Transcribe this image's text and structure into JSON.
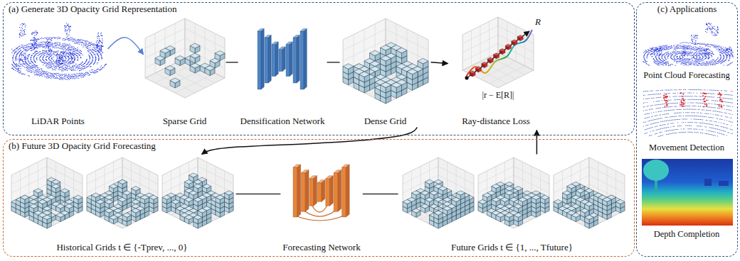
{
  "diagram": {
    "nodes": [
      {
        "text": [
          "(a) Generate 3D Opacity Grid Representation"
        ]
      },
      {
        "text": [
          "LiDAR Points"
        ],
        "in": 0
      },
      {
        "text": [
          "Sparse Grid"
        ],
        "in": 0
      },
      {
        "text": [
          "Densification Network"
        ],
        "in": 0
      },
      {
        "text": [
          "Dense Grid"
        ],
        "in": 0
      },
      {
        "text": [
          "Ray-distance Loss"
        ],
        "in": 0
      },
      {
        "text": [
          "(b) Future 3D Opacity Grid Forecasting"
        ]
      },
      {
        "text": [
          "Historical Grids t ∈ {-Tprev, ..., 0}"
        ],
        "in": 6
      },
      {
        "text": [
          "Forecasting Network"
        ],
        "in": 6
      },
      {
        "text": [
          "Future Grids t ∈ {1, ..., Tfuture}"
        ],
        "in": 6
      },
      {
        "text": [
          "(c) Applications"
        ]
      },
      {
        "text": [
          "Point Cloud Forecasting"
        ],
        "in": 10
      },
      {
        "text": [
          "Movement Detection"
        ],
        "in": 10
      },
      {
        "text": [
          "Depth Completion"
        ],
        "in": 10
      }
    ],
    "edges": [
      {
        "from": 1,
        "to": 2,
        "arrow": "to"
      },
      {
        "from": 2,
        "to": 3,
        "arrow": "none"
      },
      {
        "from": 3,
        "to": 4,
        "arrow": "none"
      },
      {
        "from": 4,
        "to": 5,
        "arrow": "to"
      },
      {
        "from": 4,
        "to": 7,
        "arrow": "to"
      },
      {
        "from": 7,
        "to": 8,
        "arrow": "none"
      },
      {
        "from": 8,
        "to": 9,
        "arrow": "none"
      },
      {
        "from": 9,
        "to": 5,
        "arrow": "to"
      }
    ],
    "labels": [
      "R",
      "|r − E[R]|"
    ]
  }
}
